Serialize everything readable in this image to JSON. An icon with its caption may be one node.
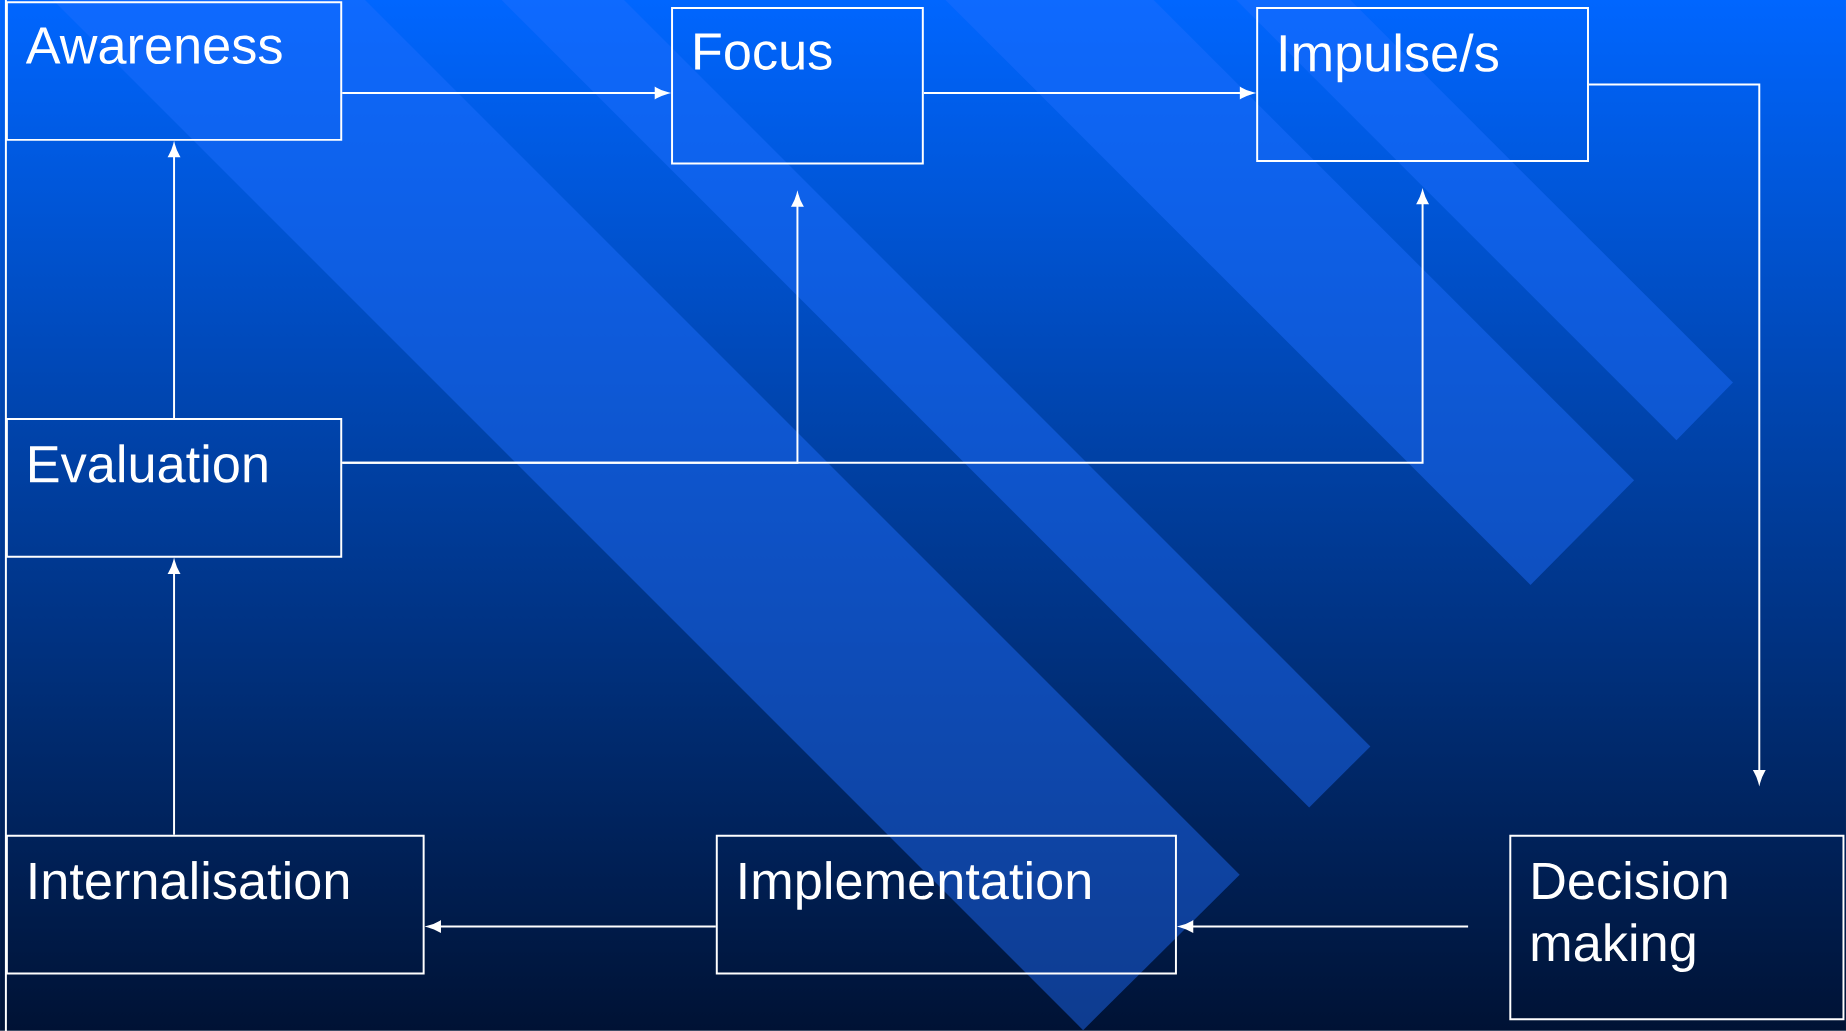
{
  "diagram": {
    "nodes": [
      {
        "text": [
          "Awareness"
        ]
      },
      {
        "text": [
          "Focus"
        ]
      },
      {
        "text": [
          "Impulse/s"
        ]
      },
      {
        "text": [
          "Evaluation"
        ]
      },
      {
        "text": [
          "Internalisation"
        ]
      },
      {
        "text": [
          "Implementation"
        ]
      },
      {
        "text": [
          "Decision making"
        ]
      }
    ],
    "edges": [
      {
        "from": 0,
        "to": 1,
        "arrow": "to"
      },
      {
        "from": 1,
        "to": 2,
        "arrow": "to"
      },
      {
        "from": 2,
        "to": 6,
        "arrow": "to"
      },
      {
        "from": 3,
        "to": 0,
        "arrow": "to"
      },
      {
        "from": 3,
        "to": 1,
        "arrow": "to"
      },
      {
        "from": 3,
        "to": 2,
        "arrow": "to"
      },
      {
        "from": 6,
        "to": 5,
        "arrow": "to"
      },
      {
        "from": 5,
        "to": 4,
        "arrow": "to"
      },
      {
        "from": 4,
        "to": 3,
        "arrow": "to"
      }
    ]
  }
}
